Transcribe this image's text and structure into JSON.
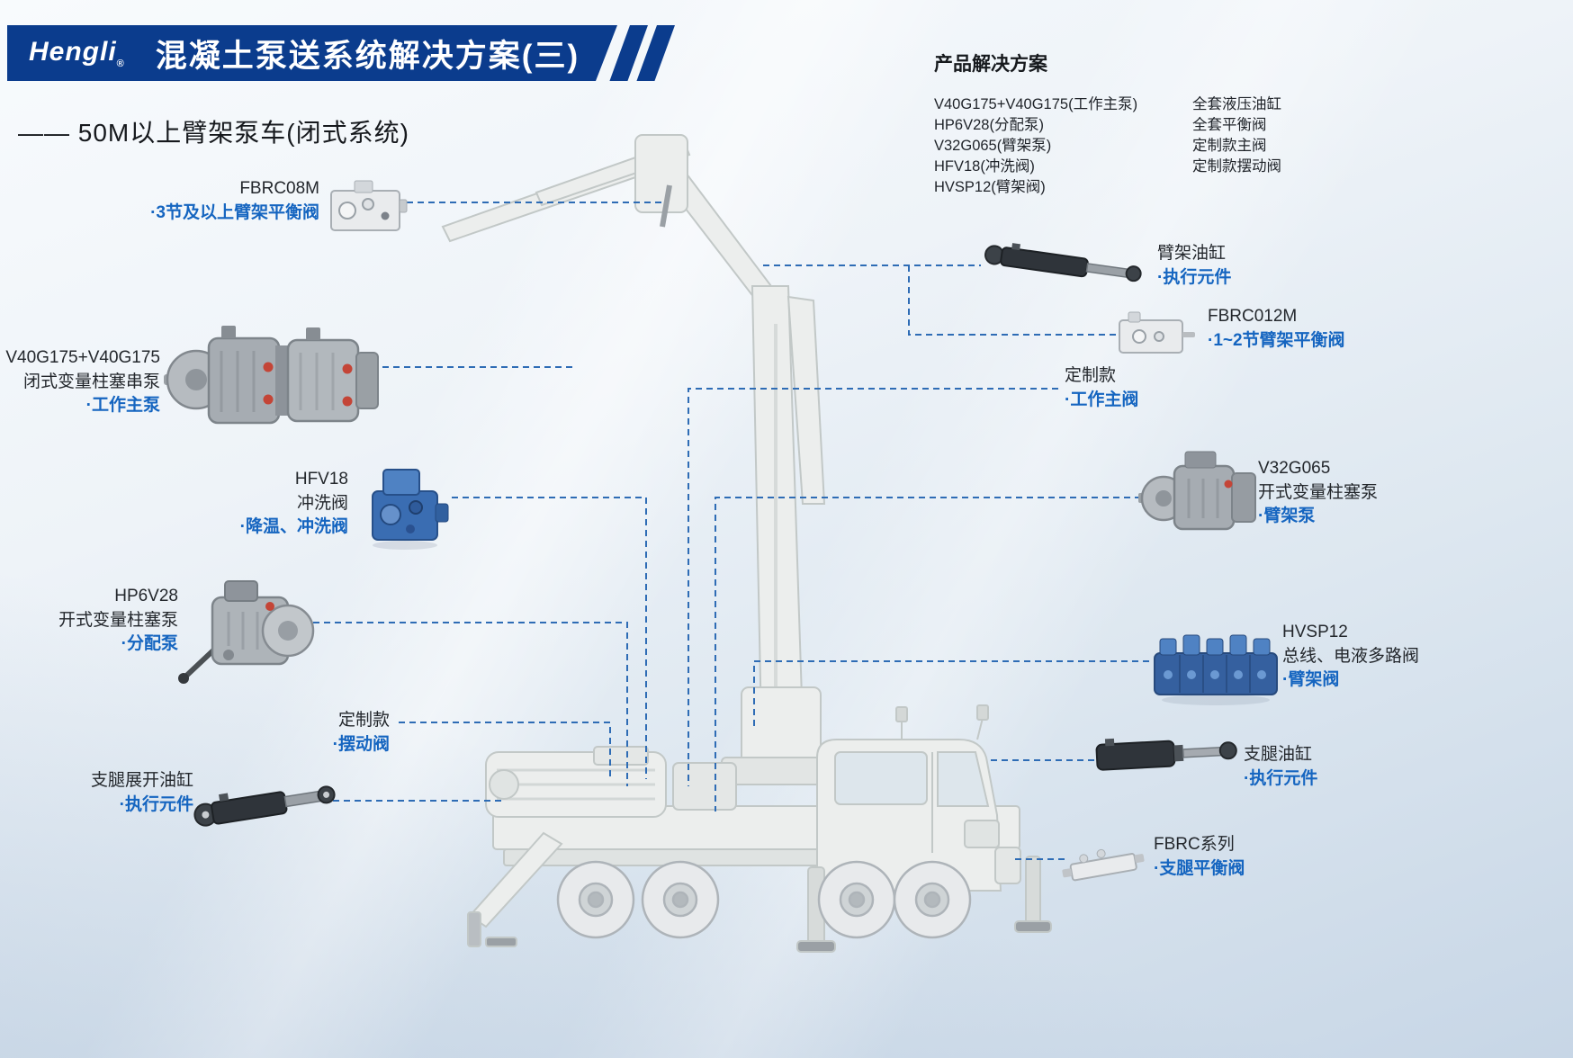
{
  "header": {
    "logo": "Hengli",
    "reg": "®",
    "title": "混凝土泵送系统解决方案(三)"
  },
  "subtitle": "—— 50M以上臂架泵车(闭式系统)",
  "panel": {
    "title": "产品解决方案",
    "col1": [
      "V40G175+V40G175(工作主泵)",
      "HP6V28(分配泵)",
      "V32G065(臂架泵)",
      "HFV18(冲洗阀)",
      "HVSP12(臂架阀)"
    ],
    "col2": [
      "全套液压油缸",
      "全套平衡阀",
      "定制款主阀",
      "定制款摆动阀"
    ]
  },
  "callouts": {
    "fbrc08m": {
      "name": "FBRC08M",
      "blue": "·3节及以上臂架平衡阀"
    },
    "v40g175": {
      "name": "V40G175+V40G175",
      "desc": "闭式变量柱塞串泵",
      "blue": "·工作主泵"
    },
    "hfv18": {
      "name": "HFV18",
      "desc": "冲洗阀",
      "blue": "·降温、冲洗阀"
    },
    "hp6v28": {
      "name": "HP6V28",
      "desc": "开式变量柱塞泵",
      "blue": "·分配泵"
    },
    "swing_valve": {
      "name": "定制款",
      "blue": "·摆动阀"
    },
    "outrigger_extend_cylinder": {
      "name": "支腿展开油缸",
      "blue": "·执行元件"
    },
    "boom_cylinder": {
      "name": "臂架油缸",
      "blue": "·执行元件"
    },
    "fbrc012m": {
      "name": "FBRC012M",
      "blue": "·1~2节臂架平衡阀"
    },
    "work_main_valve": {
      "name": "定制款",
      "blue": "·工作主阀"
    },
    "v32g065": {
      "name": "V32G065",
      "desc": "开式变量柱塞泵",
      "blue": "·臂架泵"
    },
    "hvsp12": {
      "name": "HVSP12",
      "desc": "总线、电液多路阀",
      "blue": "·臂架阀"
    },
    "outrigger_cylinder": {
      "name": "支腿油缸",
      "blue": "·执行元件"
    },
    "fbrc_series": {
      "name": "FBRC系列",
      "blue": "·支腿平衡阀"
    }
  },
  "colors": {
    "banner_blue": "#0b3c8d",
    "accent_blue": "#1565c0",
    "callout_line_blue": "#2e6cb5",
    "text_dark": "#1f2329",
    "valve_blue": "#3a6db2"
  }
}
